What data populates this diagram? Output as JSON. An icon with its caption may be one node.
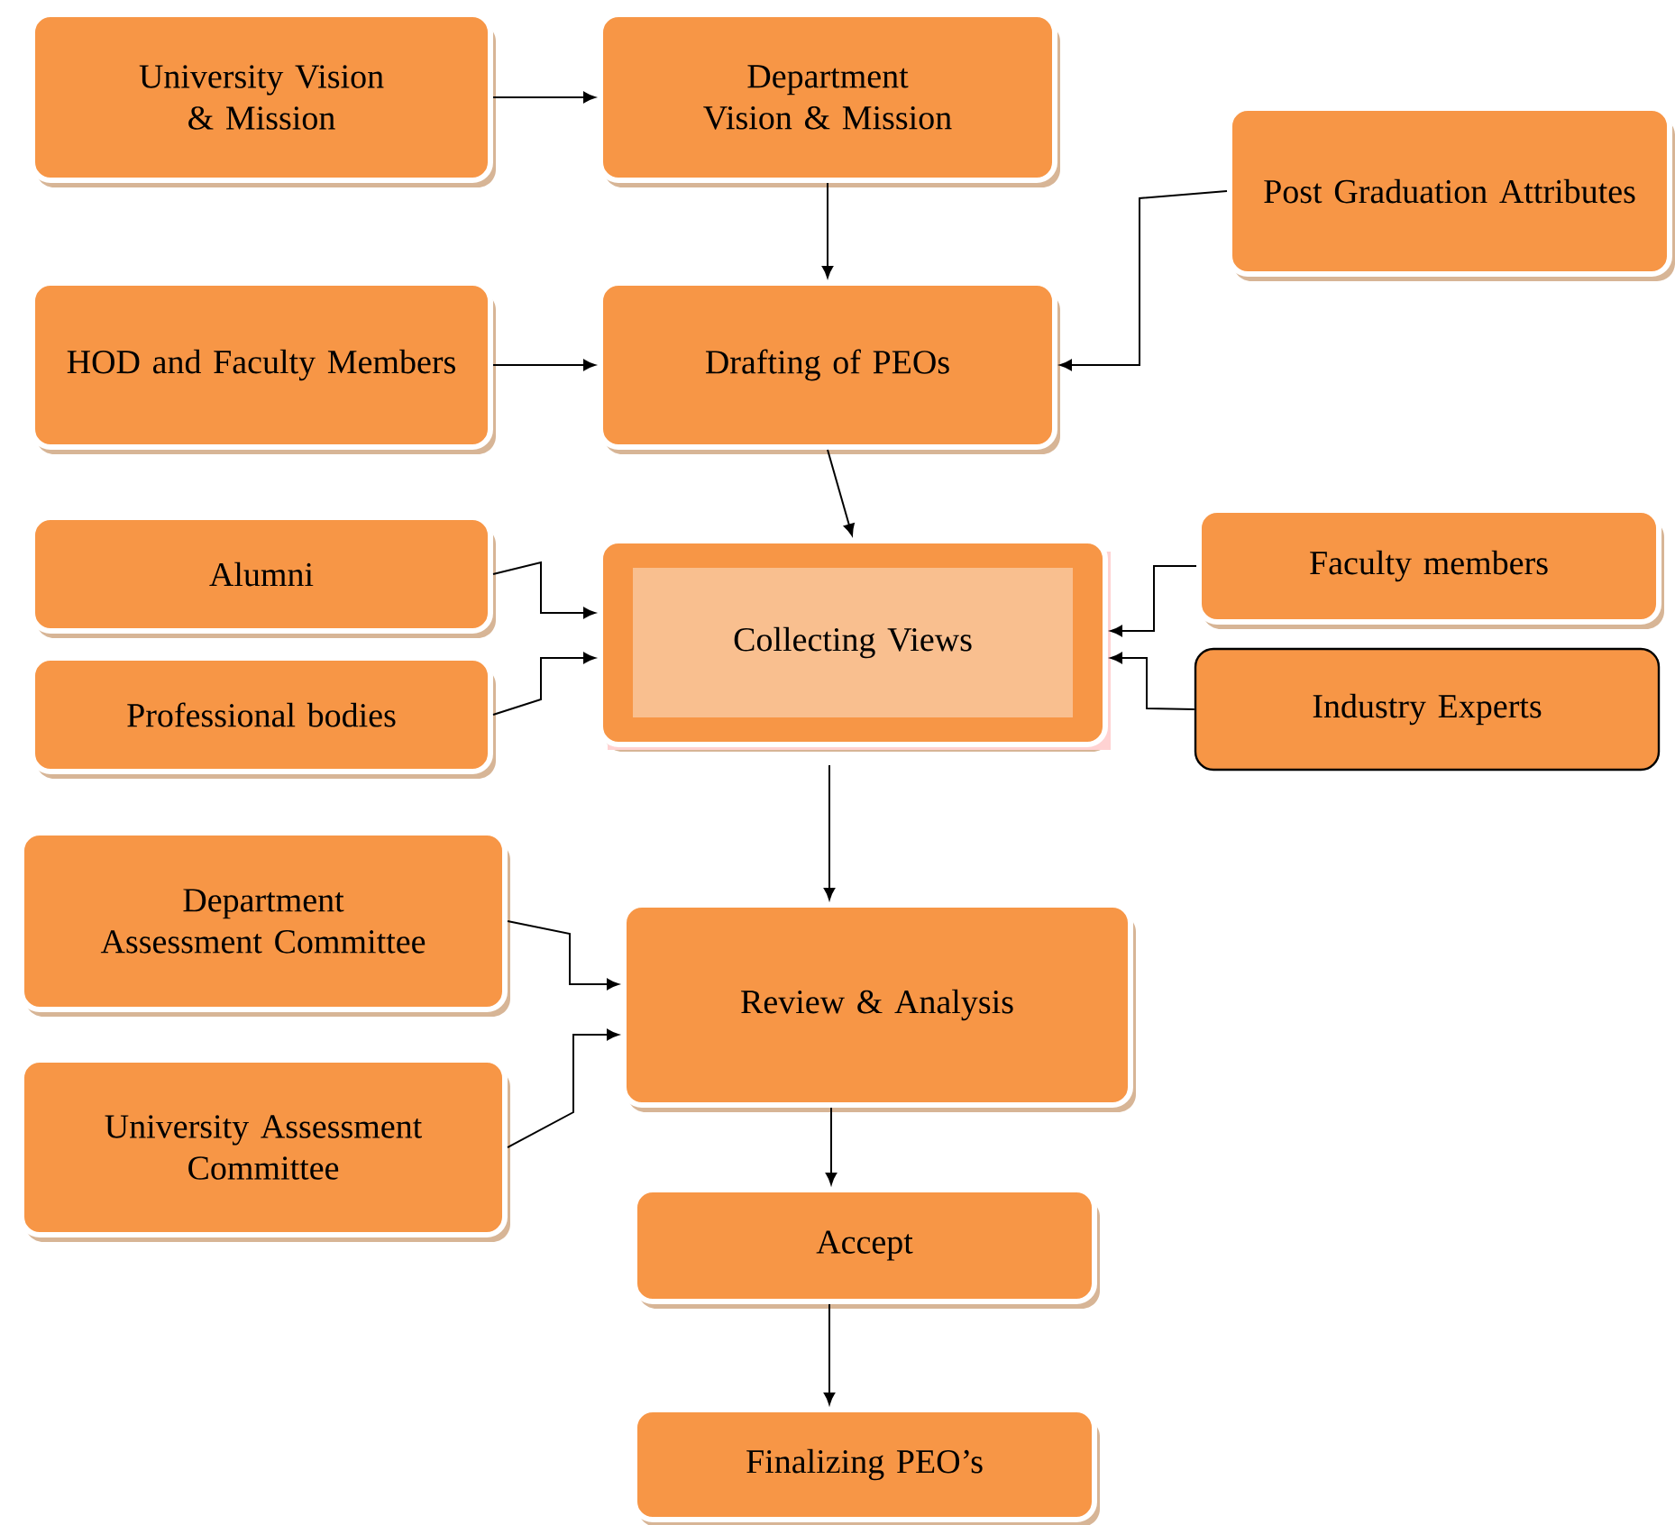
{
  "diagram": {
    "nodes": [
      {
        "text": [
          "University Vision & Mission"
        ]
      },
      {
        "text": [
          "Department Vision & Mission"
        ]
      },
      {
        "text": [
          "Post Graduation Attributes"
        ]
      },
      {
        "text": [
          "HOD and Faculty Members"
        ]
      },
      {
        "text": [
          "Drafting of PEOs"
        ]
      },
      {
        "text": [
          "Alumni"
        ]
      },
      {
        "text": [
          "Faculty members"
        ]
      },
      {
        "text": [
          "Collecting Views"
        ]
      },
      {
        "text": [
          "Professional bodies"
        ]
      },
      {
        "text": [
          "Industry Experts"
        ]
      },
      {
        "text": [
          "Department Assessment Committee"
        ]
      },
      {
        "text": [
          "Review & Analysis"
        ]
      },
      {
        "text": [
          "University Assessment Committee"
        ]
      },
      {
        "text": [
          "Accept"
        ]
      },
      {
        "text": [
          "Finalizing PEO’s"
        ]
      }
    ],
    "edges": [
      {
        "from": 0,
        "to": 1,
        "arrow": "to"
      },
      {
        "from": 1,
        "to": 4,
        "arrow": "to"
      },
      {
        "from": 2,
        "to": 4,
        "arrow": "to"
      },
      {
        "from": 3,
        "to": 4,
        "arrow": "to"
      },
      {
        "from": 4,
        "to": 7,
        "arrow": "to"
      },
      {
        "from": 5,
        "to": 7,
        "arrow": "to"
      },
      {
        "from": 8,
        "to": 7,
        "arrow": "to"
      },
      {
        "from": 6,
        "to": 7,
        "arrow": "to"
      },
      {
        "from": 9,
        "to": 7,
        "arrow": "to"
      },
      {
        "from": 7,
        "to": 11,
        "arrow": "to"
      },
      {
        "from": 10,
        "to": 11,
        "arrow": "to"
      },
      {
        "from": 12,
        "to": 11,
        "arrow": "to"
      },
      {
        "from": 11,
        "to": 13,
        "arrow": "to"
      },
      {
        "from": 13,
        "to": 14,
        "arrow": "to"
      }
    ]
  }
}
